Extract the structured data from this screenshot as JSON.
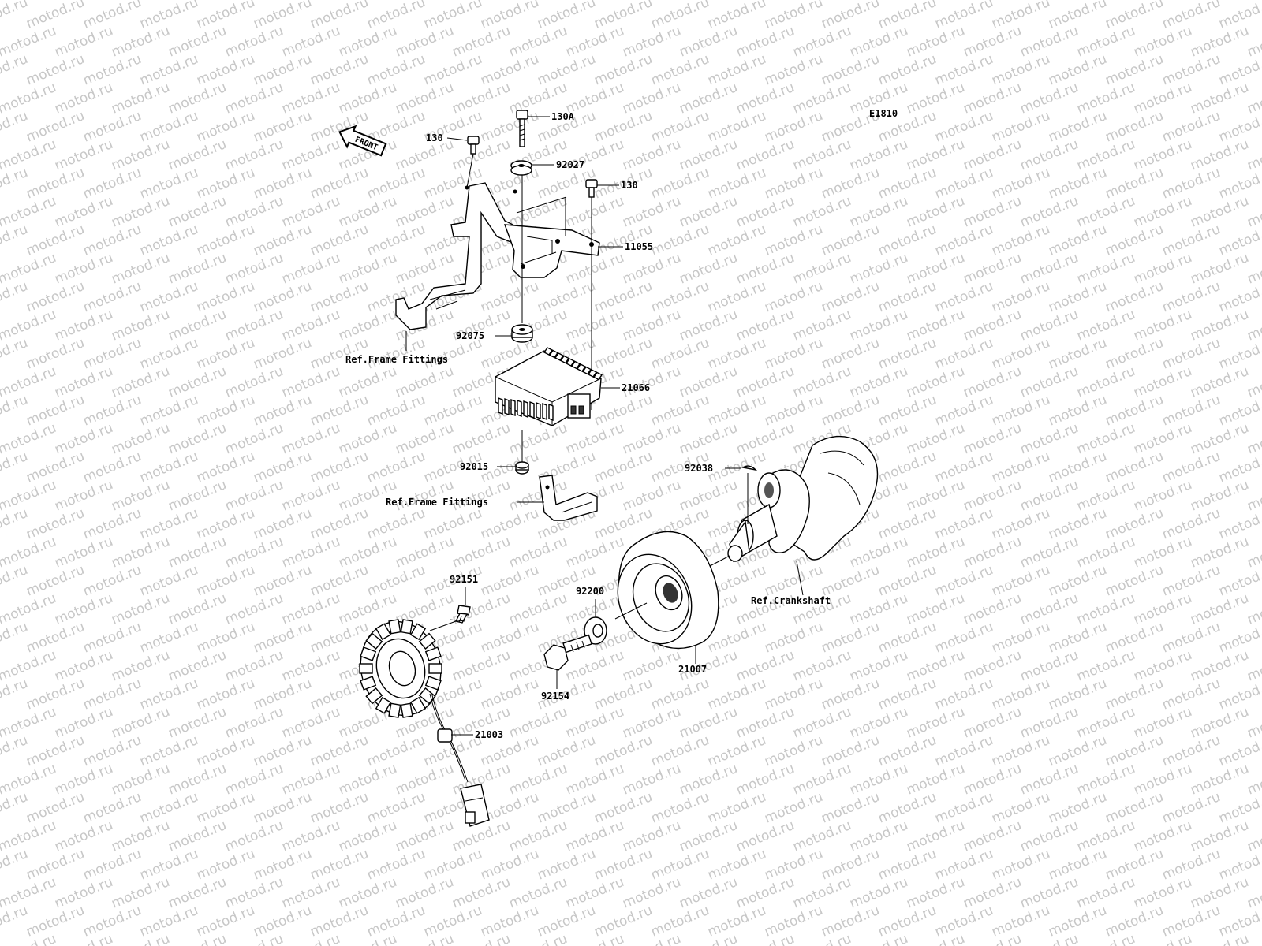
{
  "diagram": {
    "code": "E1810",
    "front_label": "FRONT",
    "watermark": "motod.ru",
    "colors": {
      "ink": "#000000",
      "watermark": "#c7c7c7",
      "background": "#ffffff"
    },
    "labels": {
      "p130a": "130A",
      "p130_left": "130",
      "p92027": "92027",
      "p130_right": "130",
      "p11055": "11055",
      "p92075": "92075",
      "ref_frame_upper": "Ref.Frame Fittings",
      "p21066": "21066",
      "p92015": "92015",
      "ref_frame_lower": "Ref.Frame Fittings",
      "p92038": "92038",
      "ref_crankshaft": "Ref.Crankshaft",
      "p92151": "92151",
      "p92200": "92200",
      "p21007": "21007",
      "p92154": "92154",
      "p21003": "21003"
    }
  }
}
